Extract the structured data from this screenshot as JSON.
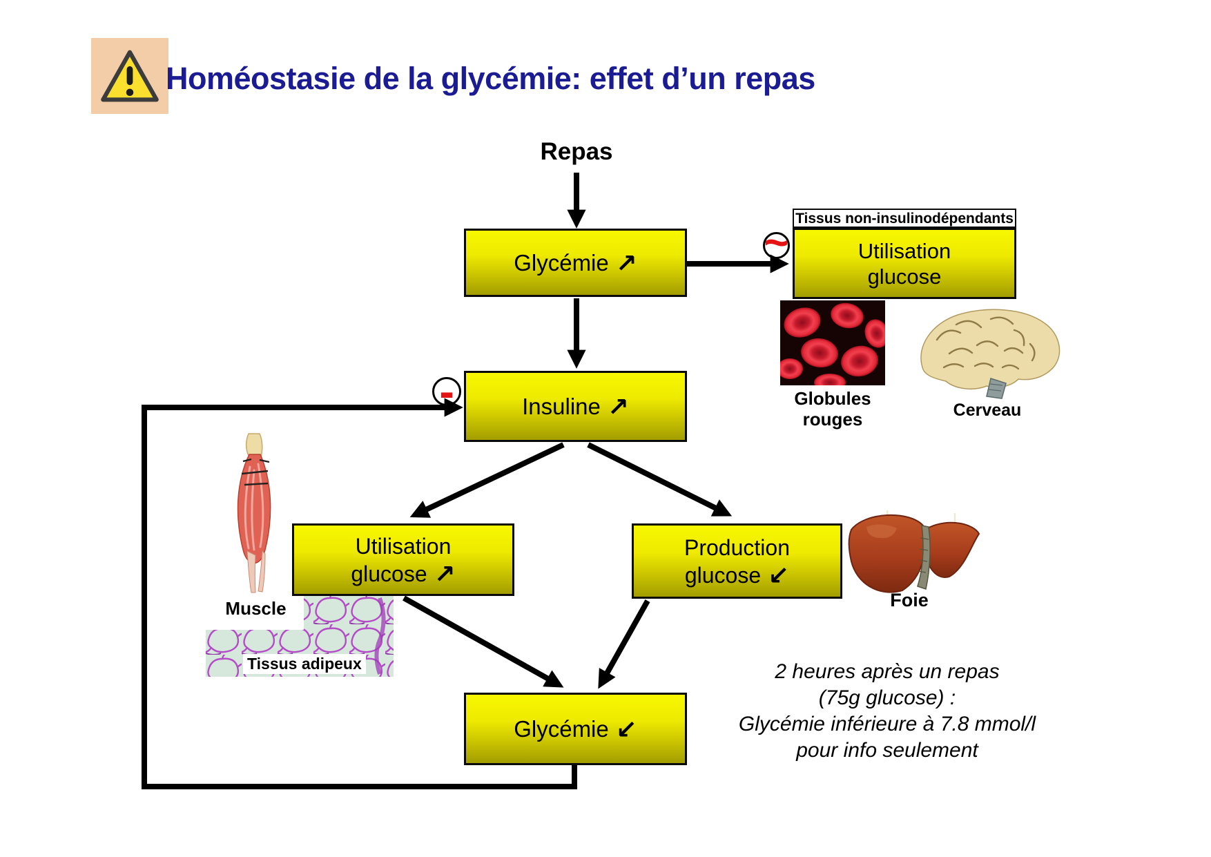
{
  "colors": {
    "title_color": "#1b1b94",
    "accent_red": "#e51313",
    "box_grad_top": "#f8f800",
    "box_grad_bottom": "#a39d00",
    "icon_bg": "#f2cda8",
    "icon_triangle": "#fbdf2e"
  },
  "header": {
    "title": "Homéostasie de la glycémie: effet d’un repas"
  },
  "flow": {
    "repas": "Repas",
    "glycemie_haut_label": "Glycémie",
    "glycemie_haut_arrow": "↗",
    "banner": "Tissus non-insulinodépendants",
    "util_nid_line1": "Utilisation",
    "util_nid_line2": "glucose",
    "sign_approx": "~",
    "sign_minus": "-",
    "insuline_label": "Insuline",
    "insuline_arrow": "↗",
    "util_line1": "Utilisation",
    "util_line2": "glucose",
    "util_arrow": "↗",
    "prod_line1": "Production",
    "prod_line2": "glucose",
    "prod_arrow": "↙",
    "glycemie_bas_label": "Glycémie",
    "glycemie_bas_arrow": "↙"
  },
  "captions": {
    "globules_l1": "Globules",
    "globules_l2": "rouges",
    "cerveau": "Cerveau",
    "muscle": "Muscle",
    "adipeux": "Tissus adipeux",
    "foie": "Foie"
  },
  "note": {
    "l1": "2 heures après un repas",
    "l2": "(75g glucose) :",
    "l3": "Glycémie inférieure à 7.8 mmol/l",
    "l4": "pour info seulement"
  }
}
